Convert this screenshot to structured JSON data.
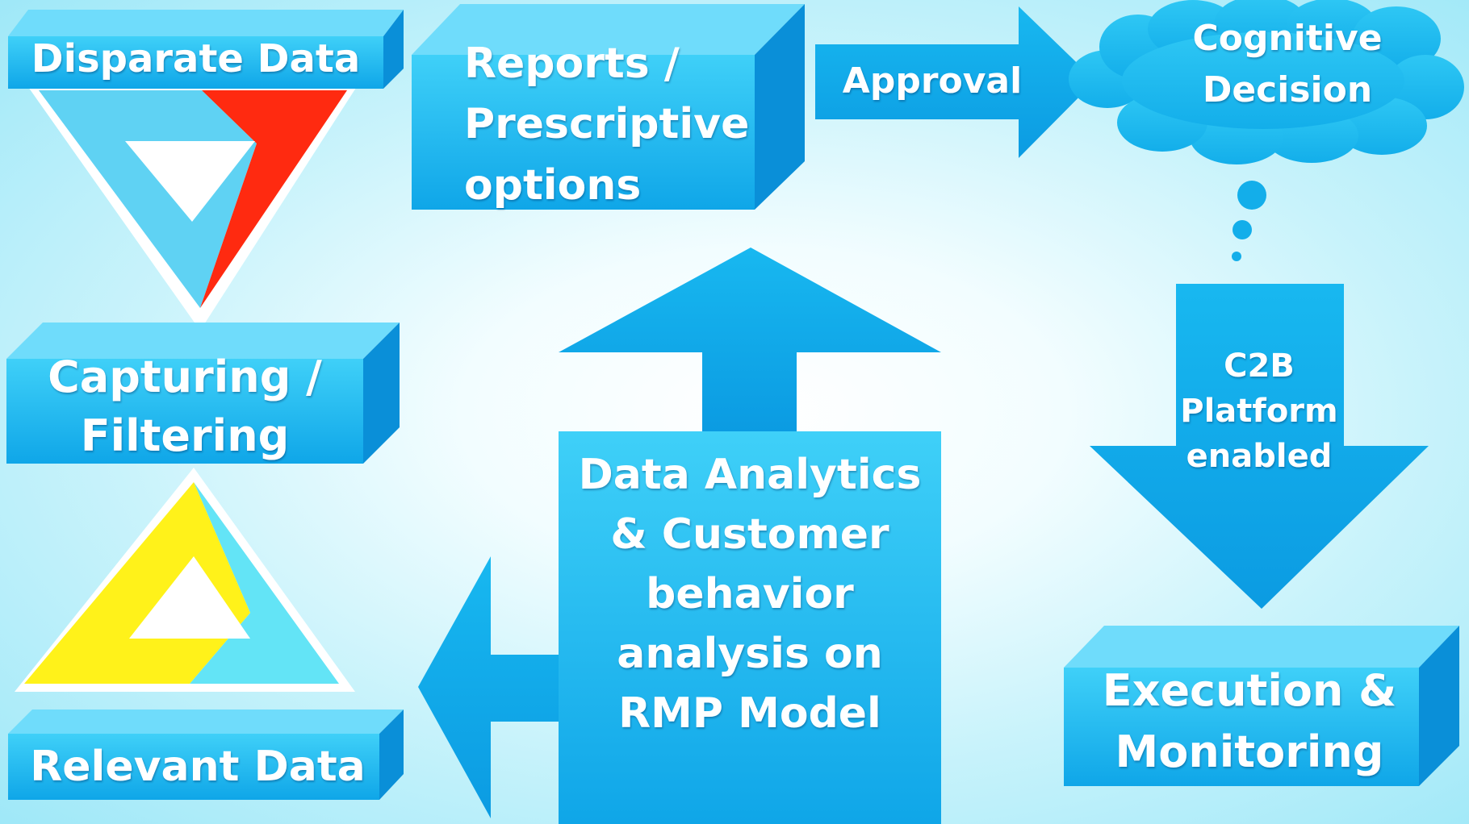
{
  "nodes": {
    "disparate_data": "Disparate Data",
    "capturing_filtering": [
      "Capturing /",
      "Filtering"
    ],
    "relevant_data": "Relevant Data",
    "reports": [
      "Reports /",
      "Prescriptive",
      "options"
    ],
    "approval": "Approval",
    "cognitive_decision": [
      "Cognitive",
      "Decision"
    ],
    "c2b_platform": [
      "C2B",
      "Platform",
      "enabled"
    ],
    "execution_monitoring": [
      "Execution &",
      "Monitoring"
    ],
    "data_analytics": [
      "Data Analytics",
      "&  Customer",
      "behavior",
      "analysis on",
      "RMP Model"
    ]
  },
  "colors": {
    "box_front": "#19b9ef",
    "box_top": "#6fdcfb",
    "box_side": "#0a8fd8",
    "arrow": "#12b2ec",
    "red_triangle": "#ff2a10",
    "yellow_triangle": "#fff21a",
    "background_center": "#ffffff",
    "background_edge": "#9fe8f8"
  }
}
